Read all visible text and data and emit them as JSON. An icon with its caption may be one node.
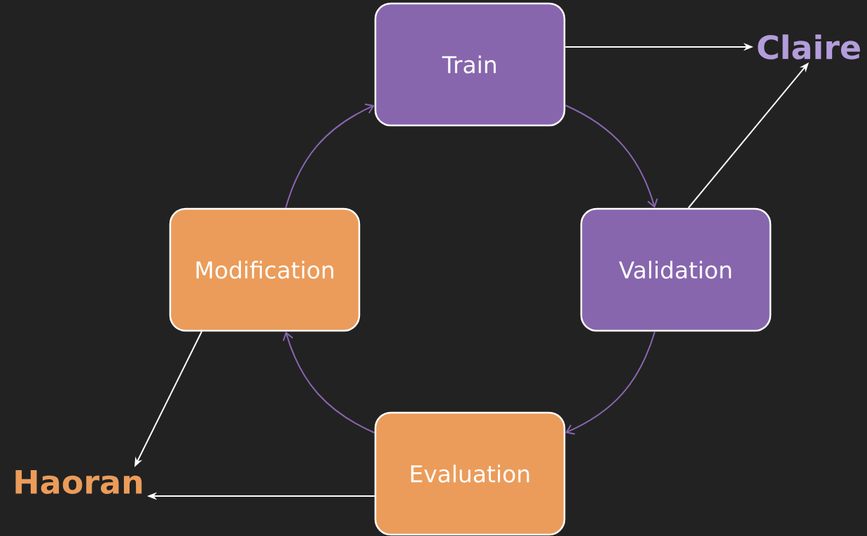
{
  "diagram": {
    "nodes": [
      {
        "text": [
          "Train"
        ]
      },
      {
        "text": [
          "Claire"
        ]
      },
      {
        "text": [
          "Modification"
        ]
      },
      {
        "text": [
          "Validation"
        ]
      },
      {
        "text": [
          "Haoran"
        ]
      },
      {
        "text": [
          "Evaluation"
        ]
      }
    ],
    "edges": [
      {
        "from": 0,
        "to": 1,
        "arrow": "to",
        "color": "#ffffff"
      },
      {
        "from": 3,
        "to": 1,
        "arrow": "to",
        "color": "#ffffff"
      },
      {
        "from": 0,
        "to": 3,
        "arrow": "to",
        "color": "#8866b0"
      },
      {
        "from": 3,
        "to": 5,
        "arrow": "to",
        "color": "#8866b0"
      },
      {
        "from": 5,
        "to": 2,
        "arrow": "to",
        "color": "#8866b0"
      },
      {
        "from": 2,
        "to": 0,
        "arrow": "to",
        "color": "#8866b0"
      },
      {
        "from": 2,
        "to": 4,
        "arrow": "to",
        "color": "#ffffff"
      },
      {
        "from": 5,
        "to": 4,
        "arrow": "to",
        "color": "#ffffff"
      }
    ]
  }
}
